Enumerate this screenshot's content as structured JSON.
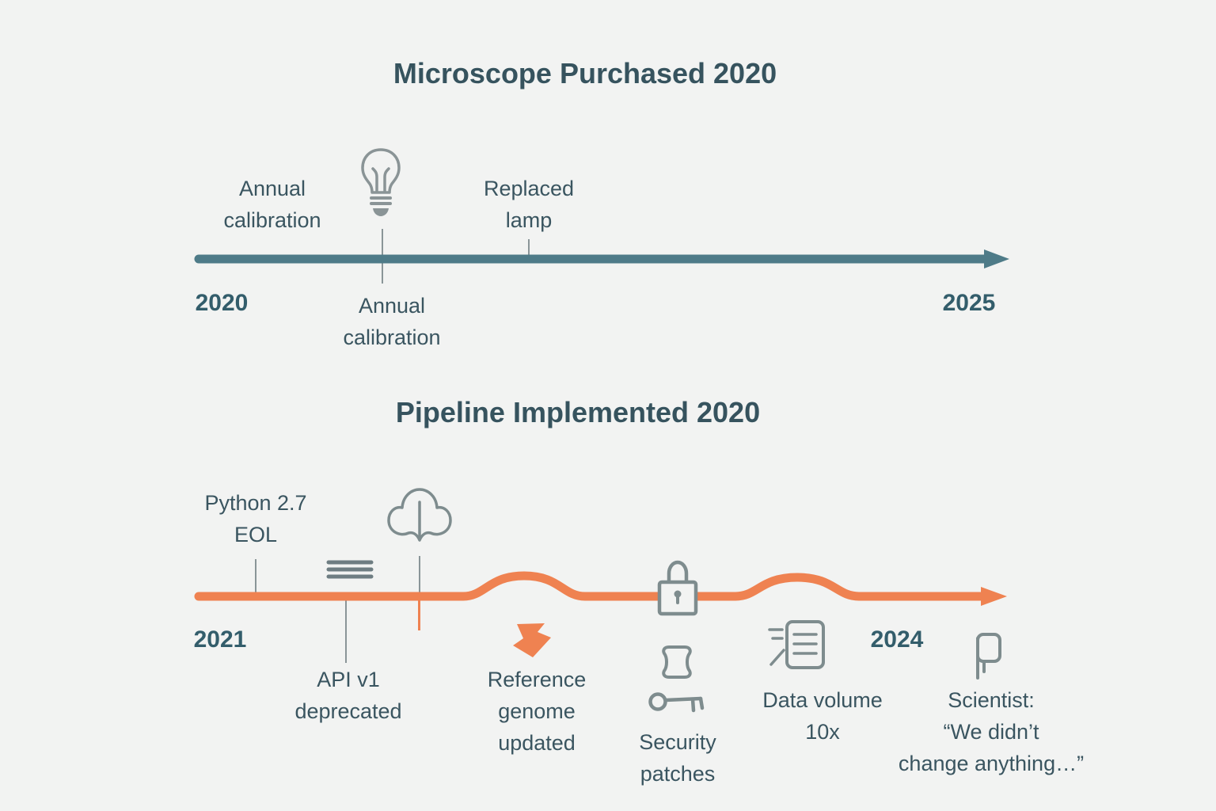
{
  "colors": {
    "background": "#f2f3f2",
    "teal_line": "#4e7b88",
    "orange_line": "#ef8251",
    "icon_gray": "#7e8c8e",
    "text_dark": "#3a5560",
    "tick_gray": "#8a9598"
  },
  "microscope": {
    "title": "Microscope Purchased 2020",
    "year_start": "2020",
    "year_end": "2025",
    "event_annual_calibration_top": "Annual\ncalibration",
    "event_replaced_lamp": "Replaced\nlamp",
    "event_annual_calibration_bottom": "Annual\ncalibration"
  },
  "pipeline": {
    "title": "Pipeline Implemented 2020",
    "year_start": "2021",
    "year_mid": "2024",
    "event_python_eol": "Python 2.7\nEOL",
    "event_api_deprecated": "API v1\ndeprecated",
    "event_reference_genome": "Reference\ngenome\nupdated",
    "event_security_patches": "Security\npatches",
    "event_data_volume": "Data volume\n10x",
    "event_scientist_quote": "Scientist:\n“We didn’t\nchange anything…”"
  },
  "icons": {
    "lightbulb": "lightbulb-icon",
    "menu_lines": "menu-lines-icon",
    "cloud_download": "cloud-download-icon",
    "ribbon_arrow": "ribbon-arrow-icon",
    "padlock": "padlock-icon",
    "patch": "patch-icon",
    "key": "key-icon",
    "document_lines": "document-icon",
    "flag_marker": "flag-marker-icon"
  }
}
